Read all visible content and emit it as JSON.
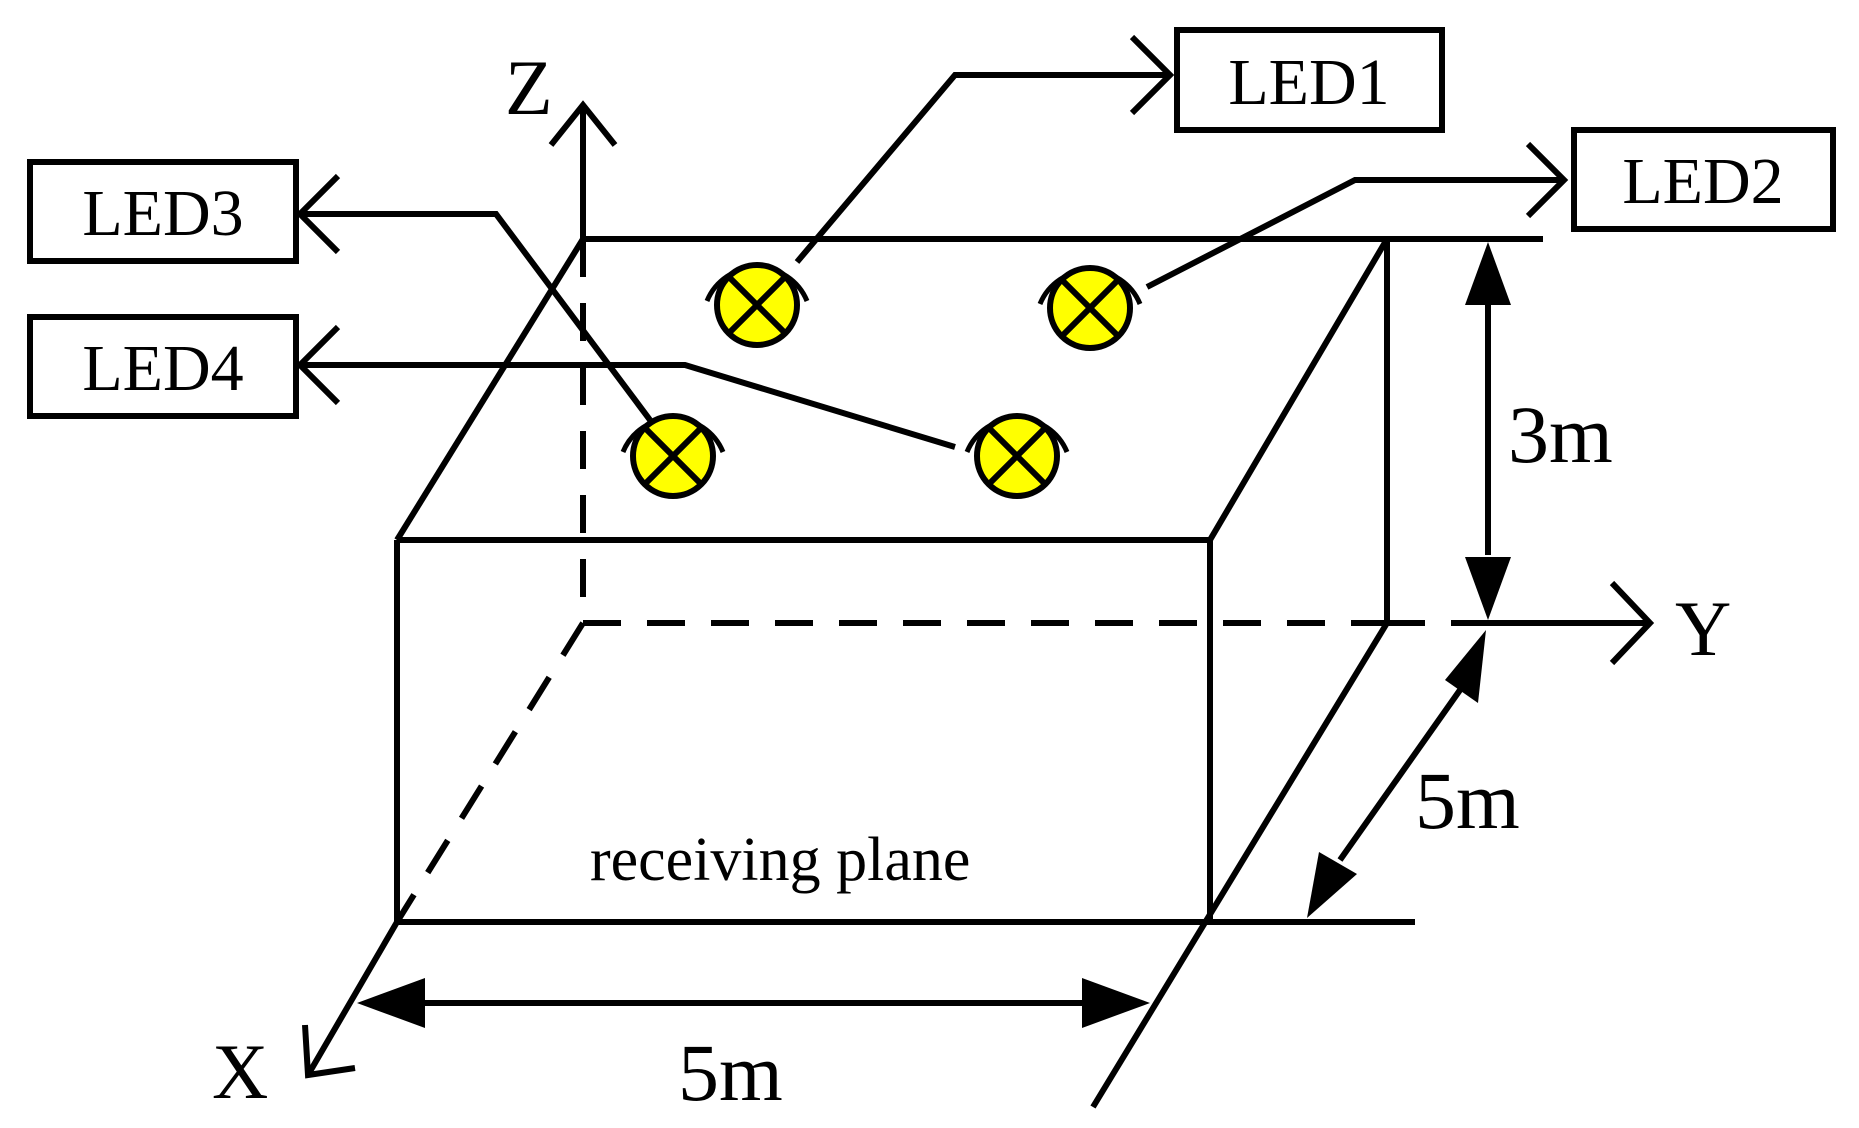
{
  "colors": {
    "led_fill": "#FFFF00",
    "stroke": "#000000",
    "background": "#FFFFFF"
  },
  "axes": {
    "x": "X",
    "y": "Y",
    "z": "Z"
  },
  "leds": [
    {
      "label": "LED1"
    },
    {
      "label": "LED2"
    },
    {
      "label": "LED3"
    },
    {
      "label": "LED4"
    }
  ],
  "dimensions": {
    "height": "3m",
    "depth": "5m",
    "width": "5m"
  },
  "plane_label": "receiving plane",
  "icons": [
    "led-lamp-icon"
  ]
}
